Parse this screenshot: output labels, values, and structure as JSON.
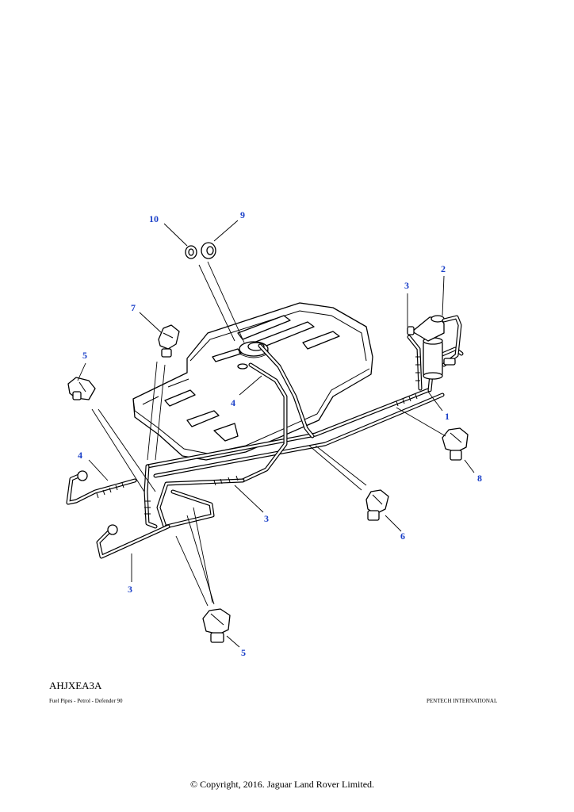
{
  "diagram": {
    "callouts": [
      "10",
      "9",
      "7",
      "5",
      "4",
      "3",
      "2",
      "1",
      "8",
      "6",
      "4",
      "3",
      "3",
      "5"
    ]
  },
  "footer": {
    "reference_code": "AHJXEA3A",
    "caption_left": "Fuel Pipes - Petrol - Defender 90",
    "caption_right": "PENTECH INTERNATIONAL",
    "copyright": "© Copyright, 2016. Jaguar Land Rover Limited."
  },
  "colors": {
    "callout": "#1a3fc8",
    "line": "#000000",
    "background": "#ffffff"
  }
}
